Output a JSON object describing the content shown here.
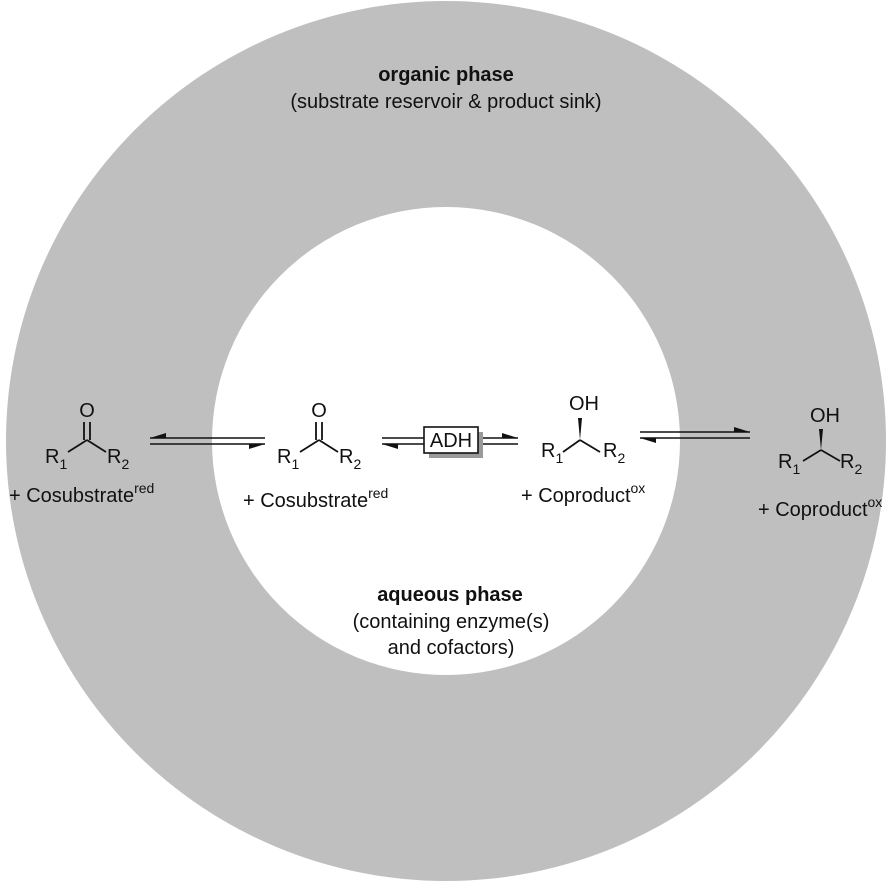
{
  "organic_phase": {
    "title": "organic phase",
    "subtitle": "(substrate reservoir & product sink)"
  },
  "aqueous_phase": {
    "title": "aqueous phase",
    "line1": "(containing enzyme(s)",
    "line2": "and cofactors)"
  },
  "enzyme": {
    "label": "ADH"
  },
  "atoms": {
    "oxygen": "O",
    "hydroxyl": "OH",
    "r": "R",
    "sub1": "1",
    "sub2": "2"
  },
  "cosubstrate": {
    "prefix": "+ Cosubstrate",
    "sup": "red"
  },
  "coproduct": {
    "prefix": "+ Coproduct",
    "sup": "ox"
  },
  "colors": {
    "organic_ring": "#bfbfbf",
    "aqueous_core": "#ffffff",
    "ink": "#111111"
  }
}
